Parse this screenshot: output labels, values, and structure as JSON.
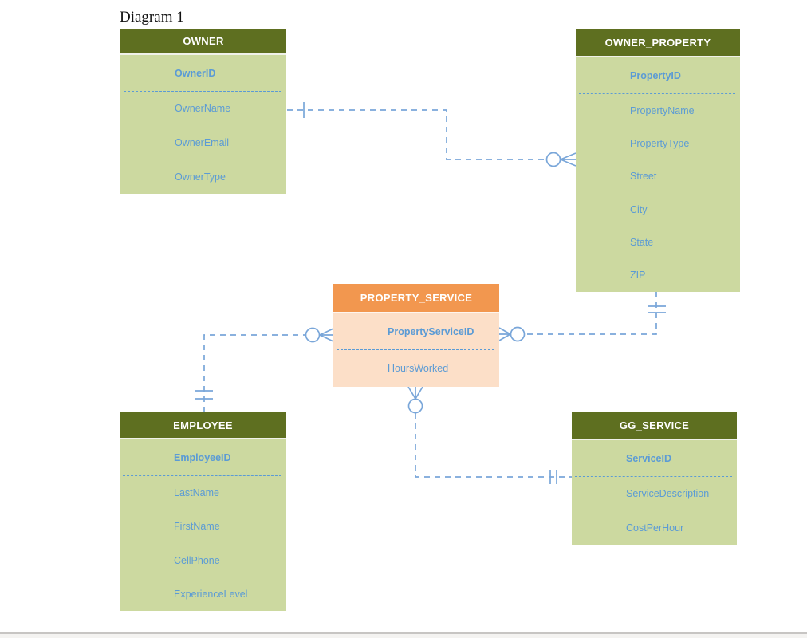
{
  "title": "Diagram 1",
  "colors": {
    "green_header": "#5e6f20",
    "green_body": "#ccd9a0",
    "orange_header": "#f2974f",
    "orange_body": "#fcdfc8",
    "field_text": "#5b9bd5",
    "connector_blue": "#79a6d9"
  },
  "entities": {
    "owner": {
      "title": "OWNER",
      "pk": "OwnerID",
      "fields": [
        "OwnerName",
        "OwnerEmail",
        "OwnerType"
      ]
    },
    "owner_property": {
      "title": "OWNER_PROPERTY",
      "pk": "PropertyID",
      "fields": [
        "PropertyName",
        "PropertyType",
        "Street",
        "City",
        "State",
        "ZIP"
      ]
    },
    "property_service": {
      "title": "PROPERTY_SERVICE",
      "pk": "PropertyServiceID",
      "fields": [
        "HoursWorked"
      ]
    },
    "employee": {
      "title": "EMPLOYEE",
      "pk": "EmployeeID",
      "fields": [
        "LastName",
        "FirstName",
        "CellPhone",
        "ExperienceLevel"
      ]
    },
    "gg_service": {
      "title": "GG_SERVICE",
      "pk": "ServiceID",
      "fields": [
        "ServiceDescription",
        "CostPerHour"
      ]
    }
  },
  "relationships": [
    {
      "from": "OWNER",
      "to": "OWNER_PROPERTY",
      "from_cardinality": "one",
      "to_cardinality": "zero-or-many"
    },
    {
      "from": "OWNER_PROPERTY",
      "to": "PROPERTY_SERVICE",
      "from_cardinality": "one-and-only-one",
      "to_cardinality": "zero-or-many"
    },
    {
      "from": "EMPLOYEE",
      "to": "PROPERTY_SERVICE",
      "from_cardinality": "one-and-only-one",
      "to_cardinality": "zero-or-many"
    },
    {
      "from": "PROPERTY_SERVICE",
      "to": "GG_SERVICE",
      "from_cardinality": "zero-or-many",
      "to_cardinality": "one-and-only-one"
    }
  ]
}
